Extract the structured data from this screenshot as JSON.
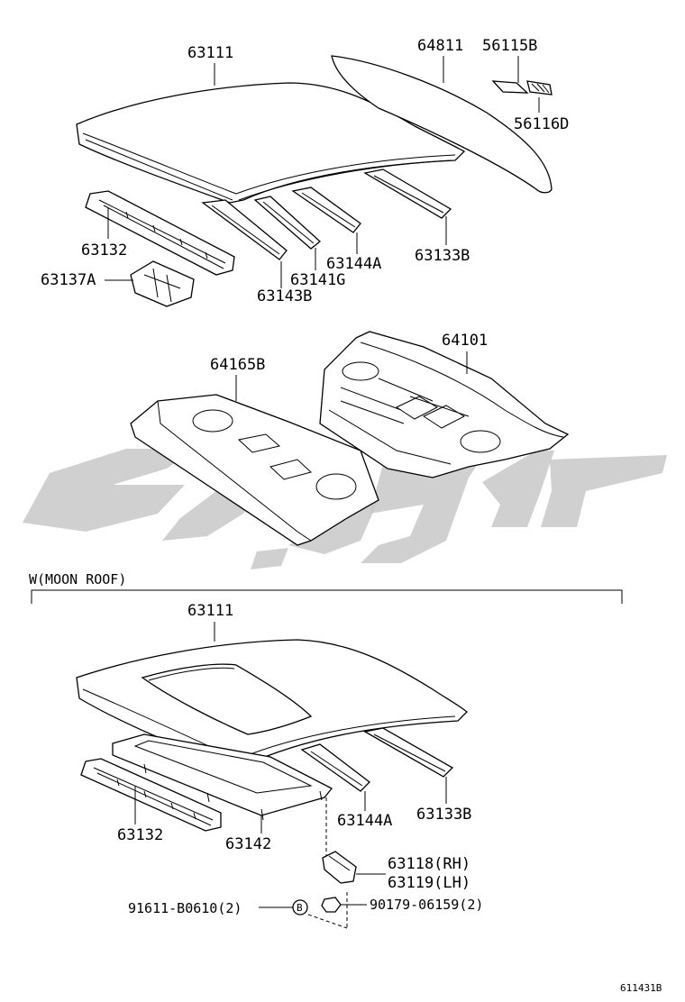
{
  "labels": {
    "top_roof": "63111",
    "top_back_window": "64811",
    "top_clip_a": "56115B",
    "top_clip_b": "56116D",
    "top_front_header": "63132",
    "top_bracket": "63137A",
    "top_bow_a": "63143B",
    "top_bow_b": "63141G",
    "top_bow_c": "63144A",
    "top_rear_rail": "63133B",
    "package_tray": "64165B",
    "rear_panel": "64101",
    "section_title": "W(MOON ROOF)",
    "mr_roof": "63111",
    "mr_front_header": "63132",
    "mr_reinforcement": "63142",
    "mr_bow": "63144A",
    "mr_rear_rail": "63133B",
    "mr_bracket_rh": "63118(RH)",
    "mr_bracket_lh": "63119(LH)",
    "mr_bolt": "91611-B0610(2)",
    "mr_bolt_symbol": "B",
    "mr_nut": "90179-06159(2)",
    "figure_code": "611431B"
  },
  "colors": {
    "line": "#000000",
    "watermark": "#c8c8c8",
    "background": "#ffffff"
  }
}
